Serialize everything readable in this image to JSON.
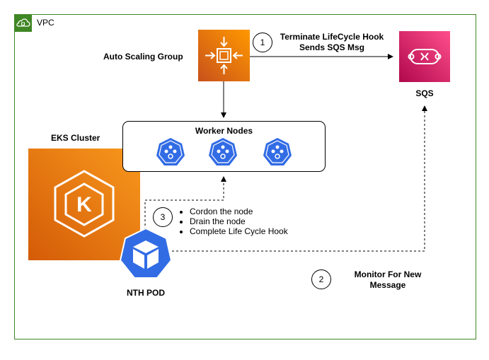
{
  "vpc": {
    "label": "VPC"
  },
  "asg": {
    "label": "Auto Scaling Group"
  },
  "sqs": {
    "label": "SQS"
  },
  "step1": {
    "number": "1",
    "label_line1": "Terminate LifeCycle Hook",
    "label_line2": "Sends SQS Msg"
  },
  "step2": {
    "number": "2",
    "label_line1": "Monitor For New",
    "label_line2": "Message"
  },
  "step3": {
    "number": "3",
    "actions": [
      "Cordon the node",
      "Drain the node",
      "Complete Life Cycle Hook"
    ]
  },
  "worker_nodes": {
    "title": "Worker Nodes",
    "count": 3
  },
  "eks": {
    "label": "EKS Cluster",
    "logo_letter": "K"
  },
  "nth_pod": {
    "label": "NTH POD"
  },
  "colors": {
    "vpc_green": "#3f8624",
    "asg_orange": "#ed7100",
    "sqs_pink": "#e7157b",
    "eks_orange": "#f58534",
    "k8s_blue": "#326ce5"
  }
}
